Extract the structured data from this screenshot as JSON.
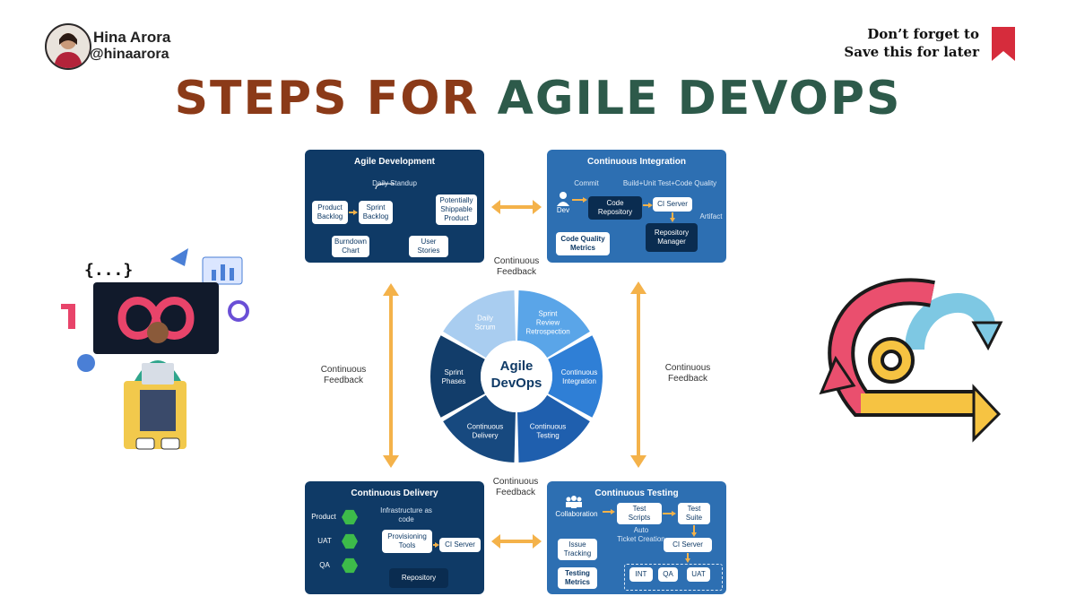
{
  "author": {
    "name": "Hina Arora",
    "handle": "@hinaarora"
  },
  "save_note": {
    "line1": "Don’t forget to",
    "line2": "Save this for later"
  },
  "title": {
    "part1": "STEPS FOR ",
    "part2": "AGILE DEVOPS"
  },
  "colors": {
    "title_brown": "#8b3a18",
    "title_green": "#2d5a4a",
    "panel_dark": "#0f3a66",
    "panel_mid": "#2d6fb2",
    "arrow": "#f4b24a",
    "bookmark": "#d62c3c"
  },
  "feedback_label": "Continuous\nFeedback",
  "agile_dev": {
    "title": "Agile Development",
    "daily_standup": "Daily Standup",
    "product_backlog": "Product\nBacklog",
    "sprint_backlog": "Sprint\nBacklog",
    "shippable": "Potentially\nShippable\nProduct",
    "burndown": "Burndown\nChart",
    "user_stories": "User\nStories"
  },
  "ci": {
    "title": "Continuous Integration",
    "commit": "Commit",
    "build": "Build+Unit Test+Code Quality",
    "dev": "Dev",
    "code_repo": "Code\nRepository",
    "ci_server": "CI Server",
    "artifact": "Artifact",
    "code_quality": "Code Quality\nMetrics",
    "repo_manager": "Repository\nManager"
  },
  "cd": {
    "title": "Continuous Delivery",
    "product": "Product",
    "uat": "UAT",
    "qa": "QA",
    "infra": "Infrastructure as\ncode",
    "provisioning": "Provisioning\nTools",
    "ci_server": "CI Server",
    "repository": "Repository"
  },
  "ct": {
    "title": "Continuous Testing",
    "collaboration": "Collaboration",
    "test_scripts": "Test\nScripts",
    "test_suite": "Test\nSuite",
    "auto_ticket": "Auto\nTicket Creation",
    "issue_tracking": "Issue\nTracking",
    "ci_server": "CI Server",
    "testing_metrics": "Testing\nMetrics",
    "int": "INT",
    "qa": "QA",
    "uat": "UAT"
  },
  "wheel": {
    "center": "Agile\nDevOps",
    "segments": [
      {
        "label": "Daily\nScrum",
        "color": "#a9cdf0"
      },
      {
        "label": "Sprint\nReview\nRetrospection",
        "color": "#5aa5e8"
      },
      {
        "label": "Continuous\nIntegration",
        "color": "#2f7fd6"
      },
      {
        "label": "Continuous\nTesting",
        "color": "#1f5fae"
      },
      {
        "label": "Continuous\nDelivery",
        "color": "#17497f"
      },
      {
        "label": "Sprint\nPhases",
        "color": "#123d6a"
      }
    ]
  },
  "left_illustration": {
    "code_tag": "{...}"
  }
}
